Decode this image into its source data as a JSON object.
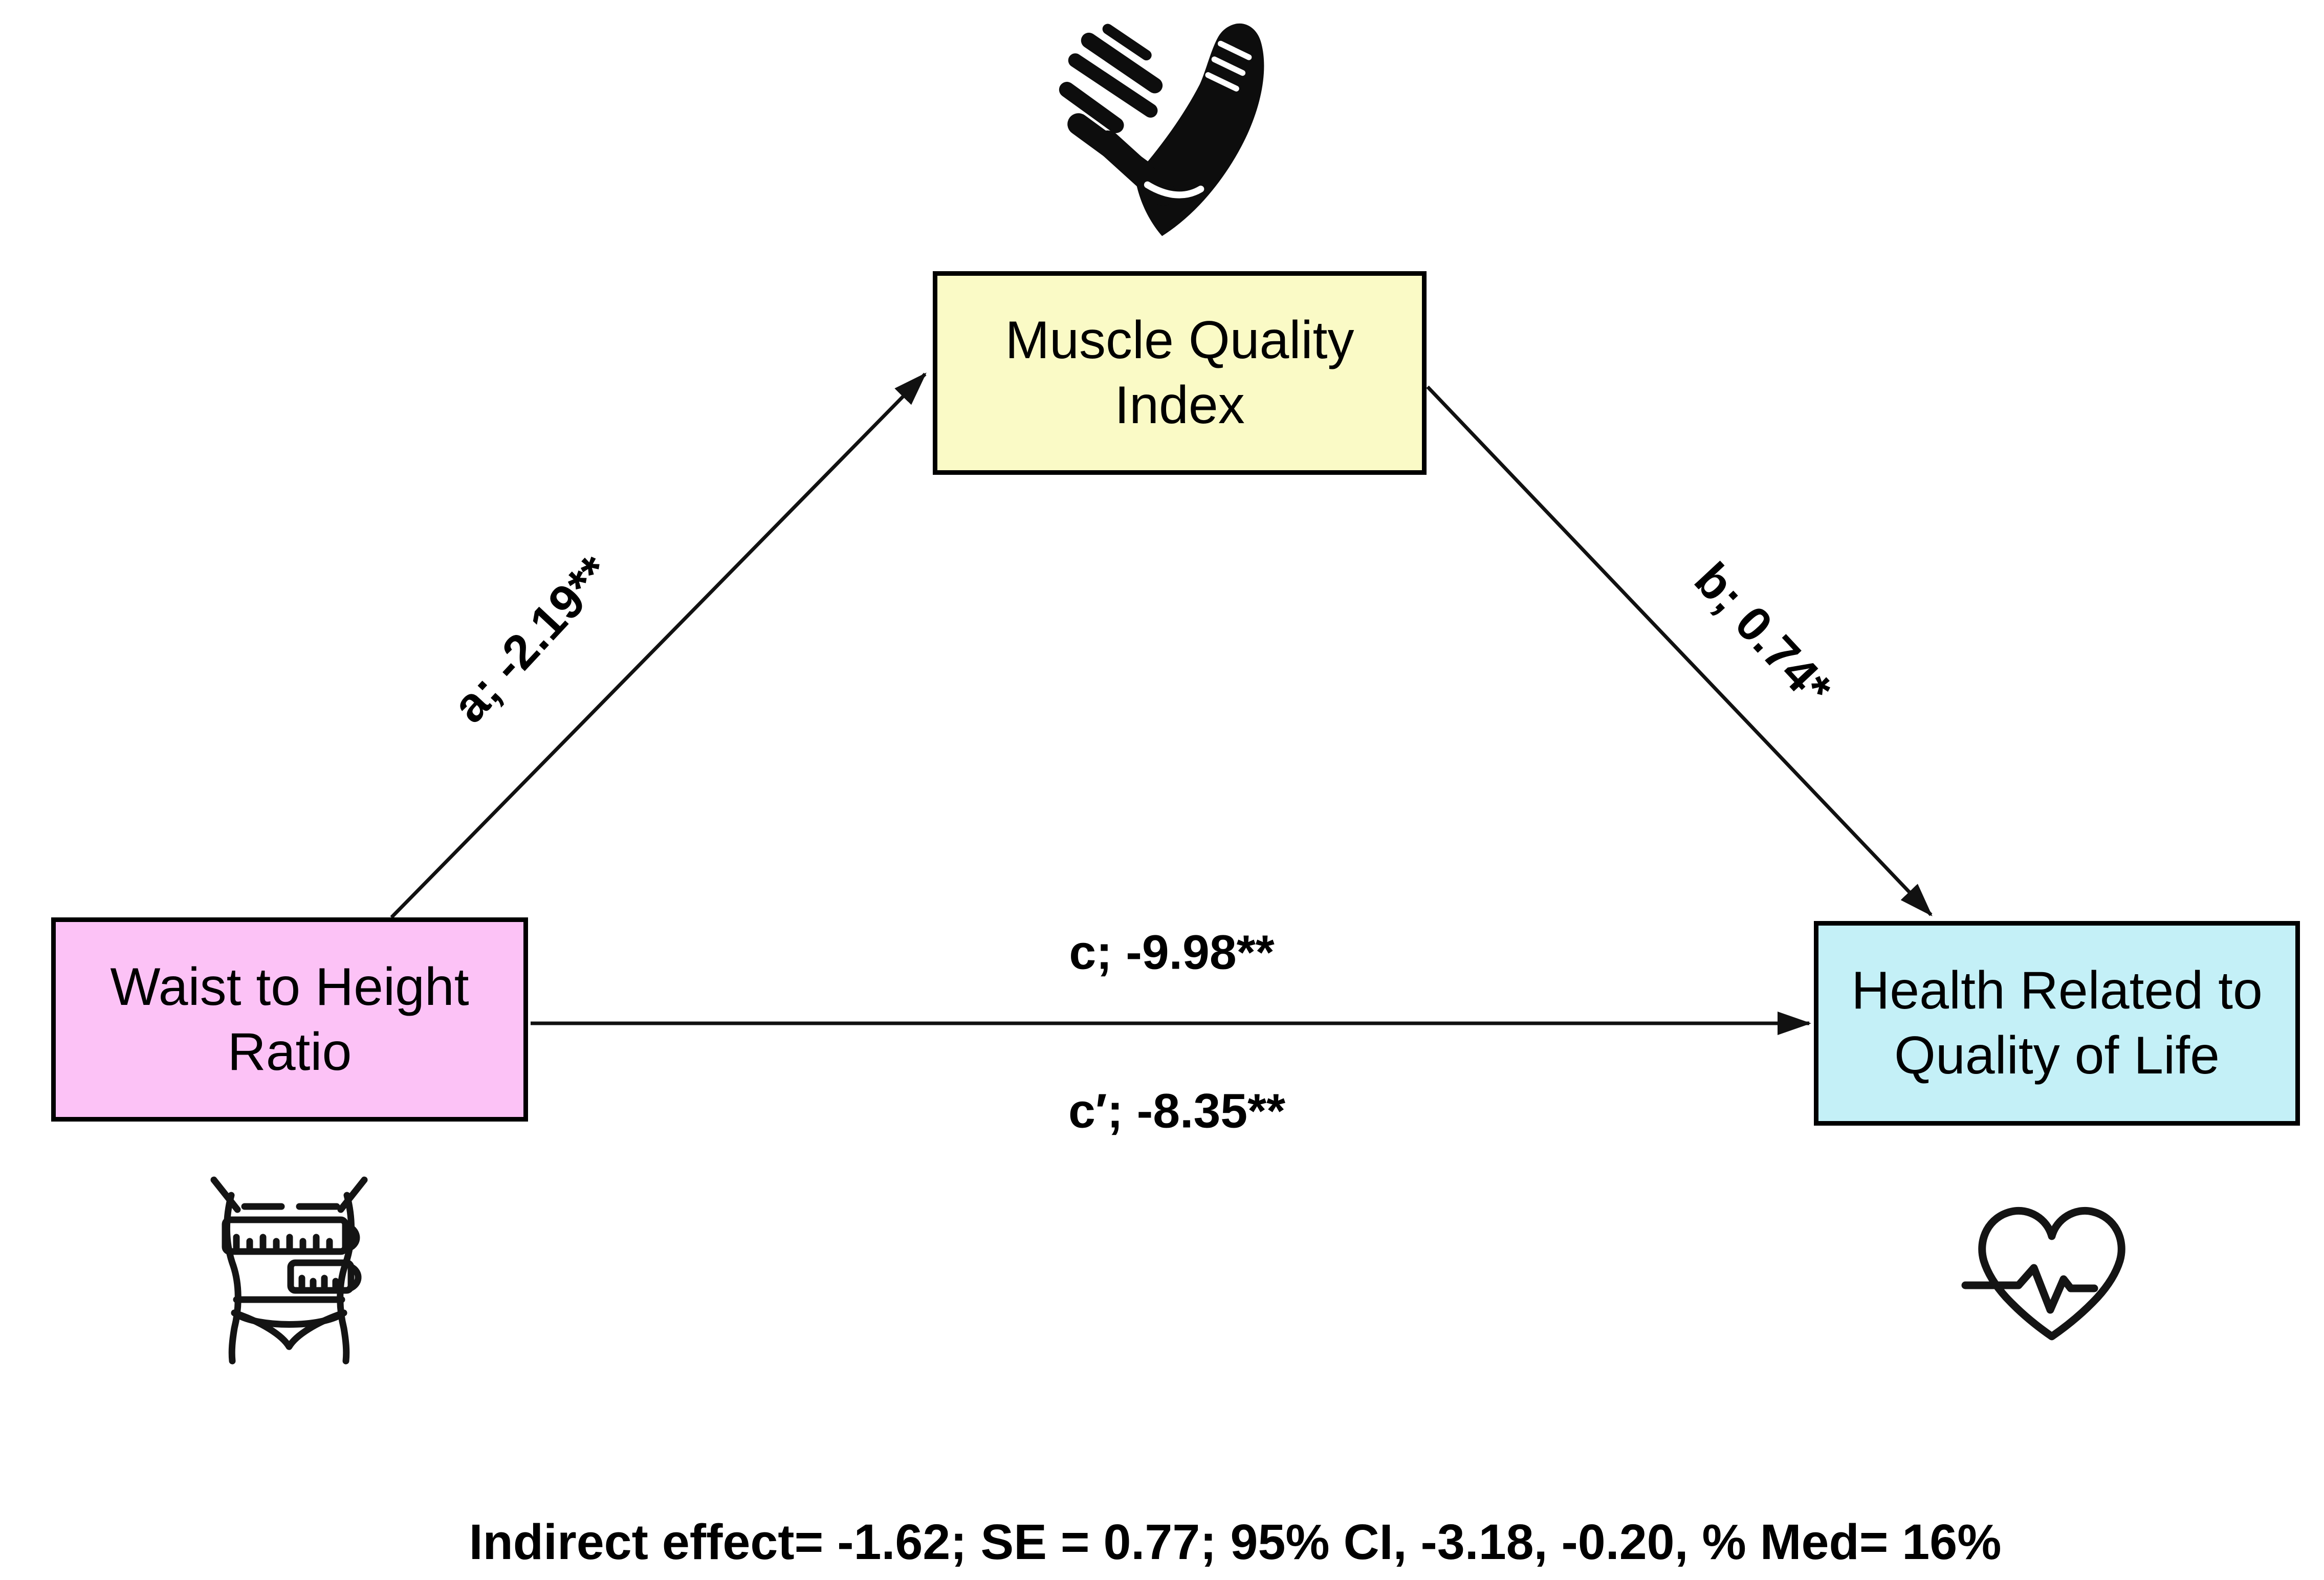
{
  "nodes": {
    "predictor": {
      "lines": [
        "Waist to Height",
        "Ratio"
      ],
      "fill": "#fcc2f6"
    },
    "mediator": {
      "lines": [
        "Muscle Quality",
        "Index"
      ],
      "fill": "#fafac6"
    },
    "outcome": {
      "lines": [
        "Health Related to",
        "Quality of Life"
      ],
      "fill": "#c4f0f7"
    }
  },
  "paths": {
    "a": {
      "label": "a; -2.19**"
    },
    "b": {
      "label": "b; 0.74*"
    },
    "c": {
      "label": "c; -9.98**"
    },
    "c_prime": {
      "label": "c′; -8.35**"
    }
  },
  "footer": {
    "text": "Indirect effect= -1.62; SE = 0.77; 95% CI, -3.18, -0.20, % Med= 16%"
  },
  "icons": {
    "mediator_icon": "flexed-bicep",
    "predictor_icon": "waist-tape-measure",
    "outcome_icon": "heart-pulse"
  },
  "colors": {
    "background": "#ffffff",
    "box_border": "#000000",
    "arrow": "#111111",
    "text": "#000000",
    "icon": "#0d0d0d"
  }
}
